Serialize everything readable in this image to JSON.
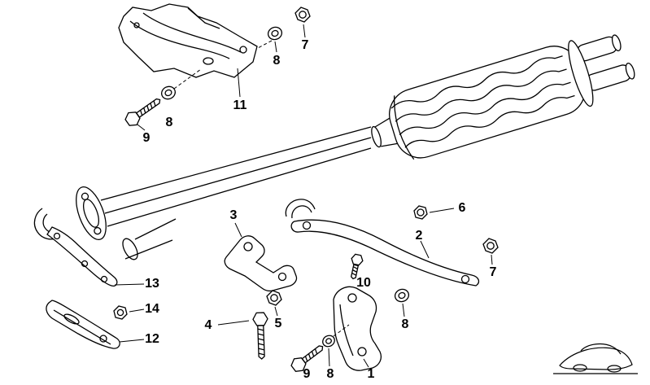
{
  "colors": {
    "line": "#000000",
    "background": "#ffffff"
  },
  "diagram_kind": "exhaust-system-parts-diagram",
  "callouts": [
    {
      "label": "7",
      "part": "hex-nut-top"
    },
    {
      "label": "8",
      "part": "washer-top"
    },
    {
      "label": "11",
      "part": "heat-shield"
    },
    {
      "label": "8",
      "part": "washer-top-left"
    },
    {
      "label": "9",
      "part": "hex-bolt-top-left"
    },
    {
      "label": "6",
      "part": "hex-nut-middle"
    },
    {
      "label": "2",
      "part": "long-bracket"
    },
    {
      "label": "7",
      "part": "hex-nut-right"
    },
    {
      "label": "3",
      "part": "bracket-middle"
    },
    {
      "label": "10",
      "part": "hex-bolt-small"
    },
    {
      "label": "5",
      "part": "hex-nut-center"
    },
    {
      "label": "4",
      "part": "hex-bolt-vertical"
    },
    {
      "label": "8",
      "part": "washer-right"
    },
    {
      "label": "13",
      "part": "bracket-left-upper"
    },
    {
      "label": "14",
      "part": "hex-nut-left"
    },
    {
      "label": "12",
      "part": "bracket-left-lower"
    },
    {
      "label": "9",
      "part": "hex-bolt-bottom"
    },
    {
      "label": "8",
      "part": "washer-bottom"
    },
    {
      "label": "1",
      "part": "bracket-bottom"
    }
  ]
}
